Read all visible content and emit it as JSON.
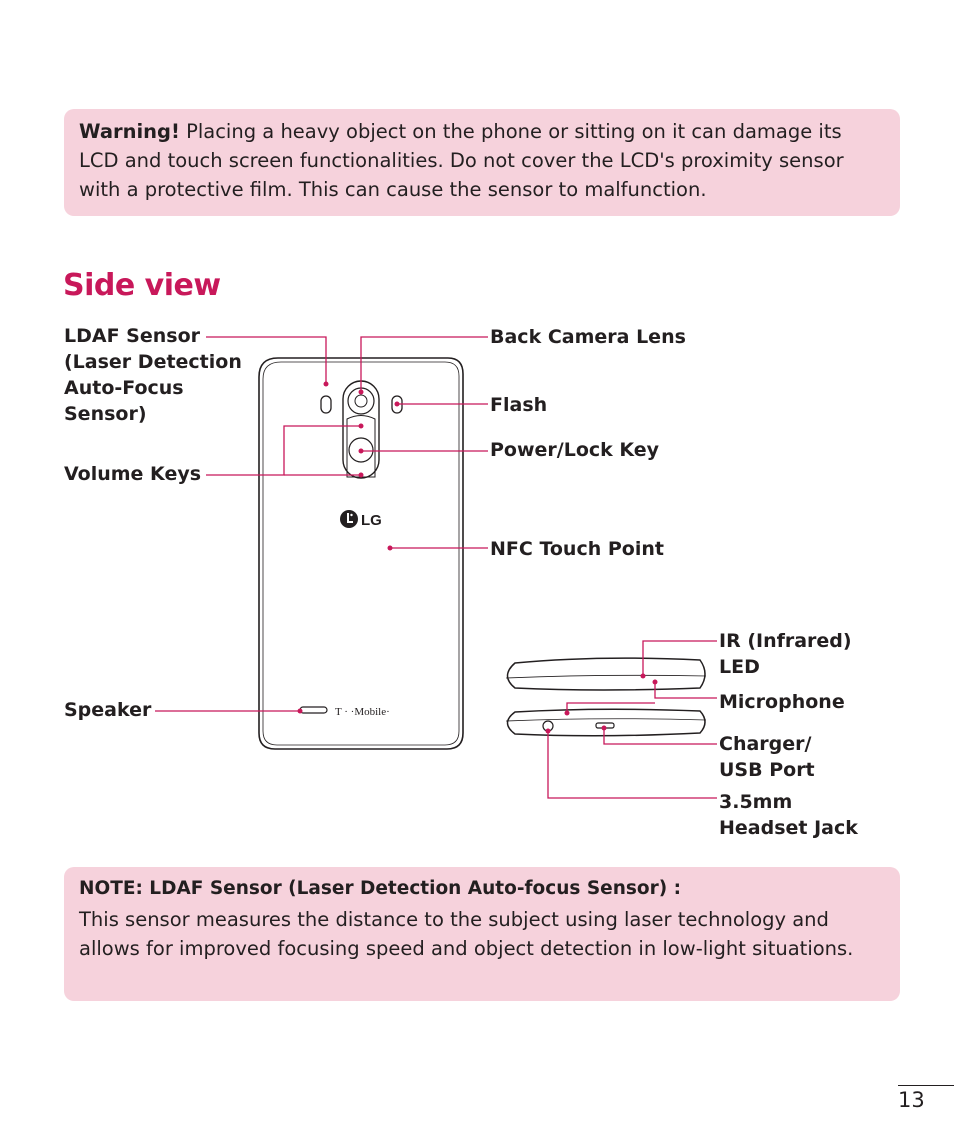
{
  "warning": {
    "title": "Warning!",
    "text": " Placing a heavy object on the phone or sitting on it can damage its LCD and touch screen functionalities. Do not cover the LCD's proximity sensor with a protective film. This can cause the sensor to malfunction."
  },
  "heading": "Side view",
  "labels": {
    "ldaf": "LDAF Sensor\n(Laser Detection\nAuto-Focus\nSensor)",
    "back_camera": "Back Camera Lens",
    "flash": "Flash",
    "power": "Power/Lock Key",
    "volume": "Volume Keys",
    "nfc": "NFC Touch Point",
    "ir": "IR (Infrared)\nLED",
    "mic": "Microphone",
    "charger": "Charger/\nUSB Port",
    "jack": "3.5mm\nHeadset Jack",
    "speaker": "Speaker"
  },
  "device_marks": {
    "brand": "LG",
    "carrier": "T · ·Mobile·"
  },
  "note": {
    "title": "NOTE: LDAF Sensor (Laser Detection Auto-focus Sensor) :",
    "text": "This sensor measures the distance to the subject using laser technology and allows for improved focusing speed and object detection in low-light situations."
  },
  "page_number": "13",
  "colors": {
    "accent": "#c8185a",
    "box": "#f6d2dc"
  }
}
